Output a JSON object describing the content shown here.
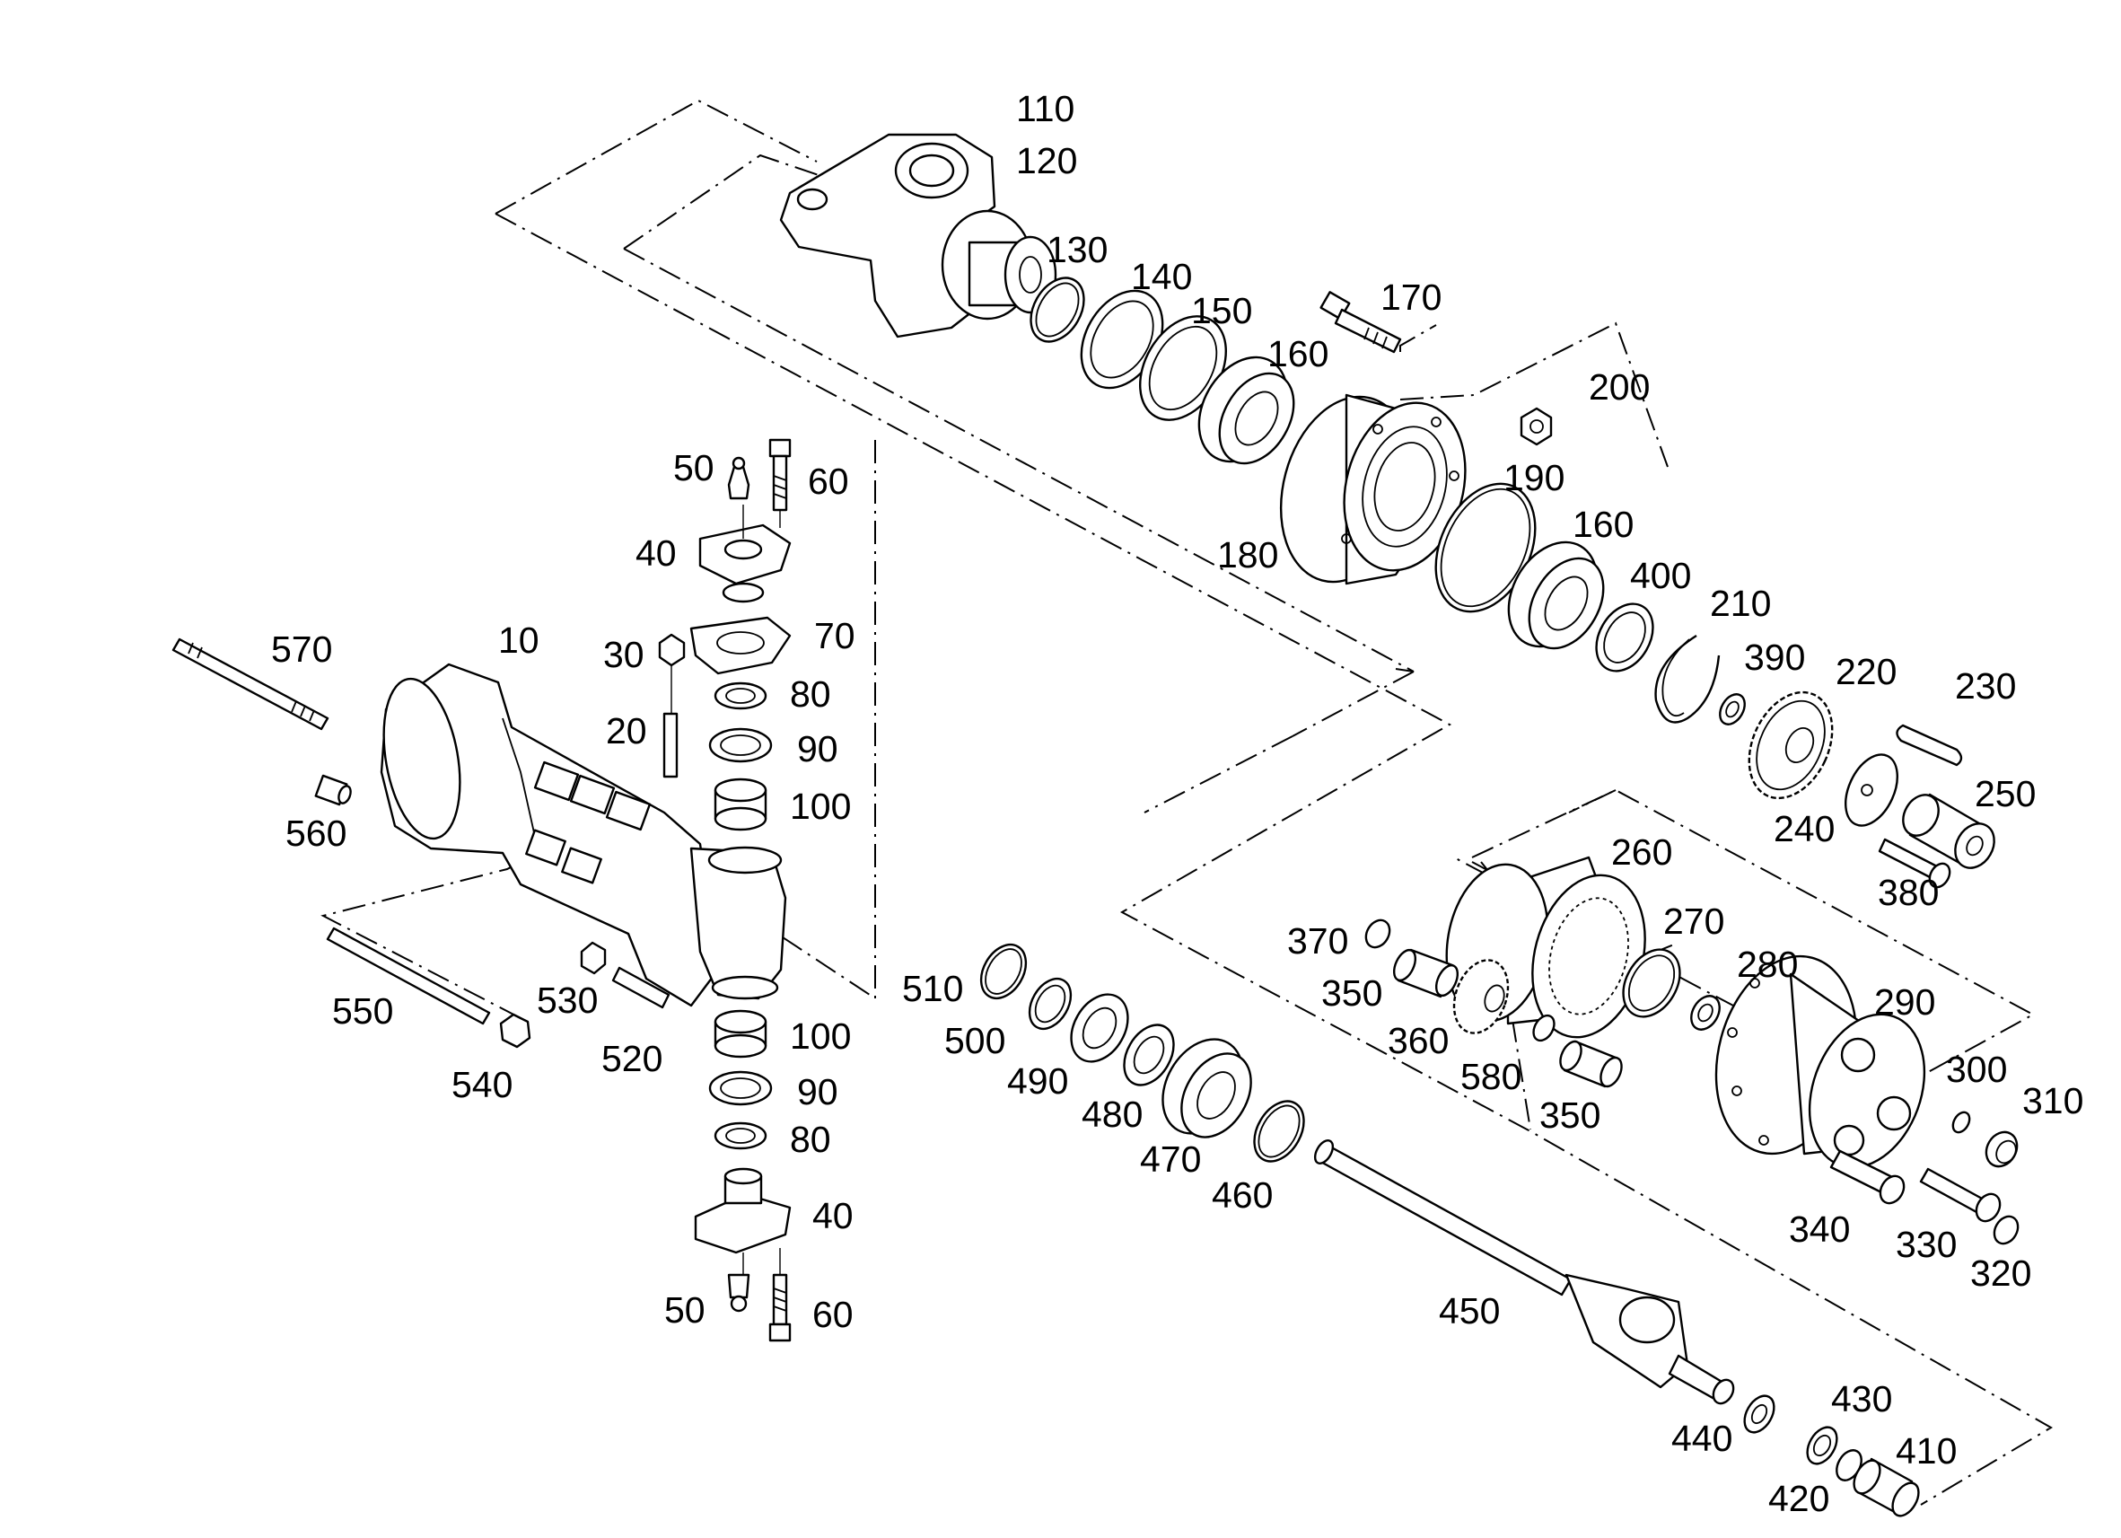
{
  "labels": {
    "p10": "10",
    "p20": "20",
    "p30": "30",
    "p40_top": "40",
    "p40_bot": "40",
    "p50_top": "50",
    "p50_bot": "50",
    "p60_top": "60",
    "p60_bot": "60",
    "p70": "70",
    "p80_top": "80",
    "p80_bot": "80",
    "p90_top": "90",
    "p90_bot": "90",
    "p100_top": "100",
    "p100_bot": "100",
    "p110": "110",
    "p120": "120",
    "p130": "130",
    "p140": "140",
    "p150": "150",
    "p160_a": "160",
    "p160_b": "160",
    "p170": "170",
    "p180": "180",
    "p190": "190",
    "p200": "200",
    "p210": "210",
    "p220": "220",
    "p230": "230",
    "p240": "240",
    "p250": "250",
    "p260": "260",
    "p270": "270",
    "p280": "280",
    "p290": "290",
    "p300": "300",
    "p310": "310",
    "p320": "320",
    "p330": "330",
    "p340": "340",
    "p350_a": "350",
    "p350_b": "350",
    "p360": "360",
    "p370": "370",
    "p380": "380",
    "p390": "390",
    "p400": "400",
    "p410": "410",
    "p420": "420",
    "p430": "430",
    "p440": "440",
    "p450": "450",
    "p460": "460",
    "p470": "470",
    "p480": "480",
    "p490": "490",
    "p500": "500",
    "p510": "510",
    "p520": "520",
    "p530": "530",
    "p540": "540",
    "p550": "550",
    "p560": "560",
    "p570": "570",
    "p580": "580"
  }
}
